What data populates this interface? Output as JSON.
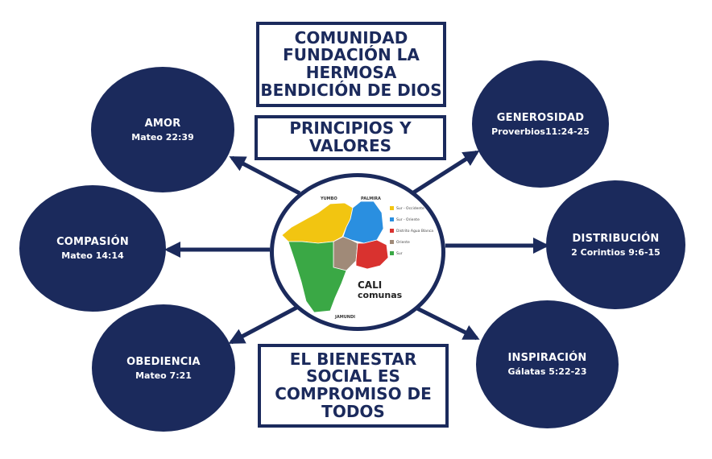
{
  "title_box": {
    "lines": [
      "COMUNIDAD",
      "FUNDACIÓN LA",
      "HERMOSA",
      "BENDICIÓN DE DIOS"
    ]
  },
  "subtitle_box": {
    "lines": [
      "PRINCIPIOS Y",
      "VALORES"
    ]
  },
  "bottom_box": {
    "lines": [
      "EL BIENESTAR",
      "SOCIAL ES",
      "COMPROMISO DE",
      "TODOS"
    ]
  },
  "nodes": [
    {
      "id": "amor",
      "title": "AMOR",
      "ref": "Mateo 22:39"
    },
    {
      "id": "compasion",
      "title": "COMPASIÓN",
      "ref": "Mateo 14:14"
    },
    {
      "id": "obediencia",
      "title": "OBEDIENCIA",
      "ref": "Mateo 7:21"
    },
    {
      "id": "generosidad",
      "title": "GENEROSIDAD",
      "ref": "Proverbios11:24-25"
    },
    {
      "id": "distribucion",
      "title": "DISTRIBUCIÓN",
      "ref": "2 Corintios 9:6-15"
    },
    {
      "id": "inspiracion",
      "title": "INSPIRACIÓN",
      "ref": "Gálatas 5:22-23"
    }
  ],
  "map": {
    "title": "CALI",
    "subtitle": "comunas",
    "labels": {
      "north_left": "YUMBO",
      "north_right": "PALMIRA",
      "south": "JAMUNDI"
    },
    "legend": [
      {
        "label": "Sur - Occidente",
        "color": "#f2c511"
      },
      {
        "label": "Sur - Oriente",
        "color": "#2a8fe0"
      },
      {
        "label": "Distrito Agua Blanca",
        "color": "#d9322f"
      },
      {
        "label": "Oriente",
        "color": "#a08a78"
      },
      {
        "label": "Sur",
        "color": "#3aa845"
      }
    ]
  },
  "colors": {
    "navy": "#1b2a5c",
    "white": "#ffffff"
  }
}
